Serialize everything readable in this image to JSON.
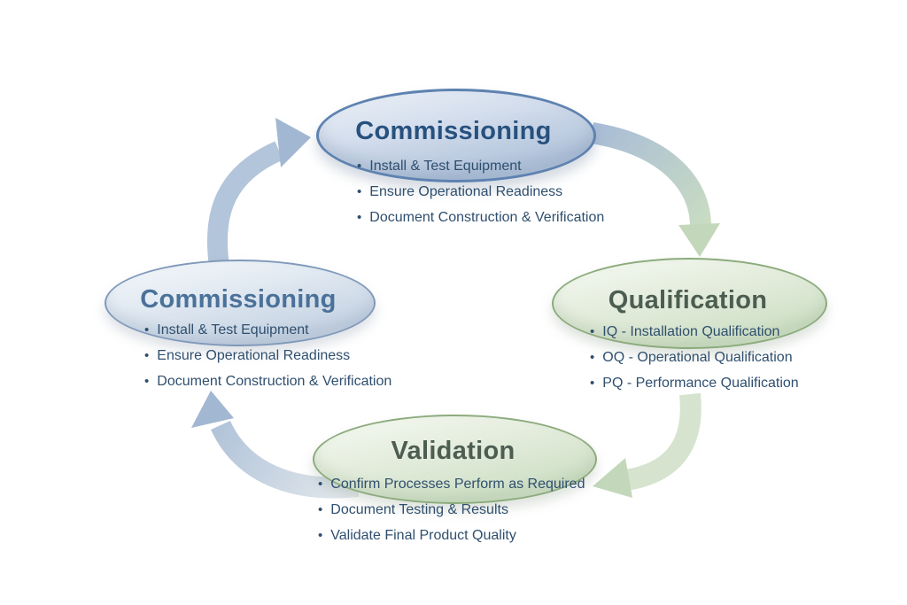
{
  "page": {
    "background": "#ffffff"
  },
  "glyphs": {
    "bullet": "•"
  },
  "colors": {
    "ellipse_blue_dark_border": "#5e82b0",
    "ellipse_blue_light_border": "#8099ba",
    "ellipse_green_border": "#8cab7d",
    "title_blue_dark": "#27517e",
    "title_blue_light": "#4a7199",
    "title_green": "#4c5d51",
    "bullet_text": "#2f4f6e",
    "arrow_blue_body": "#b3c5da",
    "arrow_blue_head": "#a2b7d1",
    "arrow_gradient_blue_start": "#a9bdd7",
    "arrow_gradient_green_end": "#c9dcc2",
    "arrow_green_head": "#c3d8ba",
    "arrow_green_body": "#d6e3ce",
    "arrow_gray_start": "#e4e9ed",
    "arrow_gray_blue_end": "#b1c3d9"
  },
  "diagram": {
    "nodes": [
      {
        "id": "top",
        "title": "Commissioning",
        "bullets": [
          "Install & Test Equipment",
          "Ensure Operational Readiness",
          "Document Construction & Verification"
        ]
      },
      {
        "id": "right",
        "title": "Qualification",
        "bullets": [
          "IQ - Installation Qualification",
          "OQ - Operational Qualification",
          "PQ - Performance Qualification"
        ]
      },
      {
        "id": "bottom",
        "title": "Validation",
        "bullets": [
          "Confirm Processes Perform as Required",
          "Document Testing & Results",
          "Validate Final Product Quality"
        ]
      },
      {
        "id": "left",
        "title": "Commissioning",
        "bullets": [
          "Install & Test Equipment",
          "Ensure Operational Readiness",
          "Document Construction & Verification"
        ]
      }
    ]
  }
}
